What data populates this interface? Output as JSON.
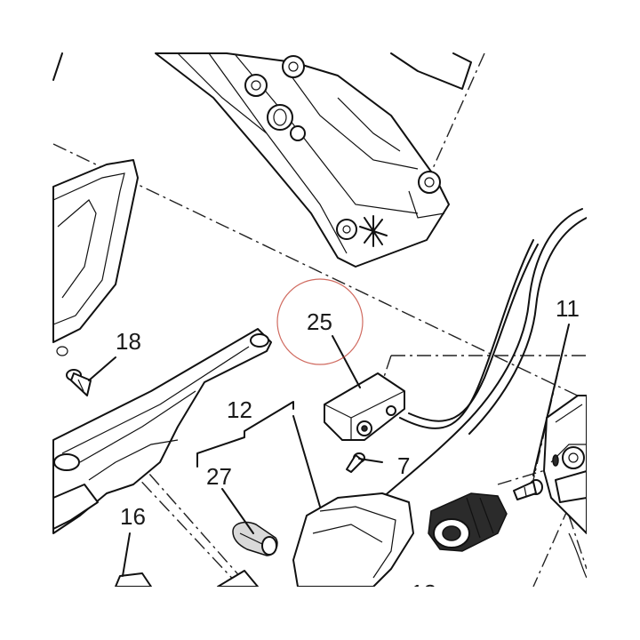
{
  "callouts": [
    {
      "id": "c25",
      "label": "25"
    },
    {
      "id": "c18",
      "label": "18"
    },
    {
      "id": "c11",
      "label": "11"
    },
    {
      "id": "c12",
      "label": "12"
    },
    {
      "id": "c7",
      "label": "7"
    },
    {
      "id": "c27",
      "label": "27"
    },
    {
      "id": "c16",
      "label": "16"
    }
  ],
  "highlight": {
    "target": "25",
    "color": "#c0392b"
  }
}
